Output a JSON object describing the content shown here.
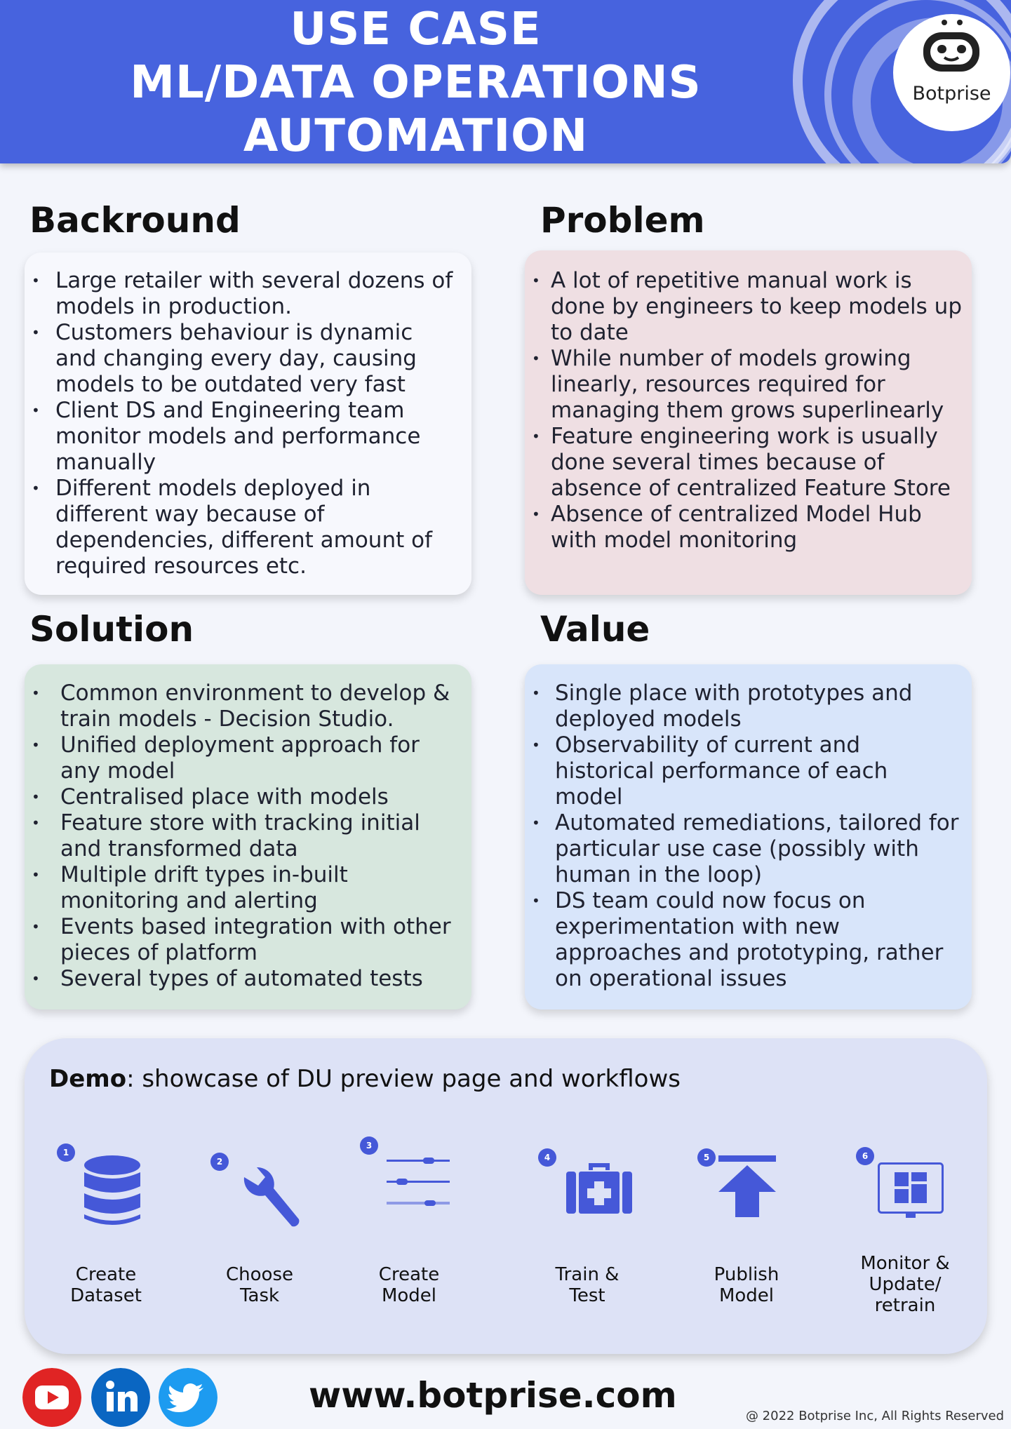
{
  "header": {
    "title_lines": [
      "USE CASE",
      "ML/DATA OPERATIONS",
      "AUTOMATION"
    ],
    "logo_text": "Botprise"
  },
  "background": {
    "heading": "Backround",
    "items": [
      "Large retailer with several dozens of models in production.",
      "Customers behaviour is dynamic and changing every day, causing models to be outdated very fast",
      "Client DS and Engineering team monitor models and performance manually",
      "Different models deployed in different way because of dependencies, different amount of required resources etc."
    ]
  },
  "problem": {
    "heading": "Problem",
    "items": [
      "A lot of repetitive manual work is done by engineers to keep models up to date",
      "While number of models growing linearly, resources required for managing them grows superlinearly",
      "Feature engineering work is usually done several times because of absence of centralized Feature Store",
      "Absence of centralized Model Hub with model monitoring"
    ]
  },
  "solution": {
    "heading": "Solution",
    "items": [
      "Common environment to develop & train models - Decision Studio.",
      "Unified deployment approach for any model",
      "Centralised place with models",
      "Feature store with tracking initial and transformed  data",
      "Multiple drift types in-built monitoring and alerting",
      "Events based integration with other pieces of platform",
      "Several types of automated tests"
    ]
  },
  "value": {
    "heading": "Value",
    "items": [
      "Single place with prototypes and deployed models",
      "Observability of current and historical performance of each model",
      "Automated remediations, tailored for particular use case (possibly with human in the loop)",
      "DS team could now focus on experimentation with new approaches and prototyping, rather on operational issues"
    ]
  },
  "demo": {
    "title_bold": "Demo",
    "title_rest": ": showcase of DU preview page and workflows",
    "steps": [
      {
        "num": "1",
        "label_lines": [
          "Create",
          "Dataset"
        ],
        "icon": "database-icon"
      },
      {
        "num": "2",
        "label_lines": [
          "Choose",
          "Task"
        ],
        "icon": "wrench-icon"
      },
      {
        "num": "3",
        "label_lines": [
          "Create",
          "Model"
        ],
        "icon": "sliders-icon"
      },
      {
        "num": "4",
        "label_lines": [
          "Train &",
          "Test"
        ],
        "icon": "medical-kit-icon"
      },
      {
        "num": "5",
        "label_lines": [
          "Publish",
          "Model"
        ],
        "icon": "publish-icon"
      },
      {
        "num": "6",
        "label_lines": [
          "Monitor &",
          "Update/",
          "retrain"
        ],
        "icon": "dashboard-icon"
      }
    ],
    "icon_color": "#4558d8"
  },
  "footer": {
    "website": "www.botprise.com",
    "copyright": "@ 2022 Botprise Inc, All Rights Reserved",
    "social": [
      "youtube-icon",
      "linkedin-icon",
      "twitter-icon"
    ]
  },
  "colors": {
    "header": "#4763de",
    "youtube": "#e02424",
    "linkedin": "#0a66c2",
    "twitter": "#1d9bf0"
  }
}
